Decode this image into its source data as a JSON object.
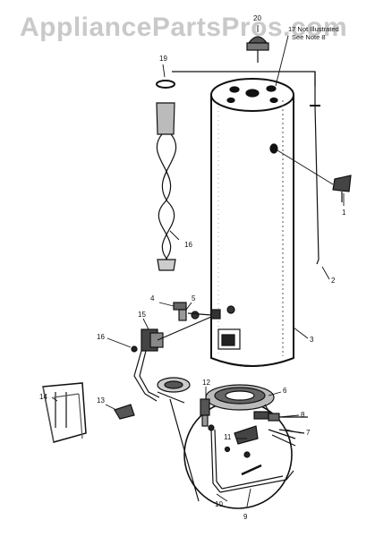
{
  "watermark": "AppliancePartsPros.com",
  "note": {
    "line1": "17 Not Illustrated",
    "line2": "See Note 8"
  },
  "callouts": {
    "p1": "1",
    "p2": "2",
    "p3": "3",
    "p4": "4",
    "p5": "5",
    "p6": "6",
    "p7": "7",
    "p8": "8",
    "p9": "9",
    "p10": "10",
    "p11": "11",
    "p12": "12",
    "p13": "13",
    "p14": "14",
    "p15": "15",
    "p16a": "16",
    "p16b": "16",
    "p19": "19",
    "p20": "20"
  }
}
